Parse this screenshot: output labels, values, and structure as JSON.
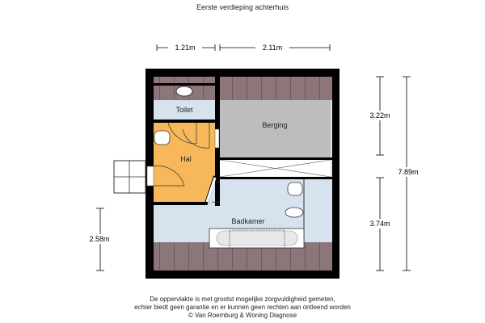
{
  "title": "Eerste verdieping achterhuis",
  "rooms": {
    "toilet": "Toilet",
    "berging": "Berging",
    "hal": "Hal",
    "badkamer": "Badkamer"
  },
  "dimensions": {
    "top_left": "1.21m",
    "top_right": "2.11m",
    "right_upper": "3.22m",
    "right_lower": "3.74m",
    "right_total": "7.89m",
    "left": "2.58m"
  },
  "footer": {
    "line1": "De oppervlakte is met grootst mogelijke zorgvuldigheid gemeten,",
    "line2": "echter biedt geen garantie en er kunnen geen rechten aan ontleend worden",
    "line3": "© Van Roemburg & Woning Diagnose"
  },
  "colors": {
    "roof": "#8c767a",
    "toilet": "#d6e2ee",
    "hal": "#f6b85a",
    "berging": "#bdbdbd",
    "badkamer": "#d6e2ee",
    "wall": "#000000"
  }
}
